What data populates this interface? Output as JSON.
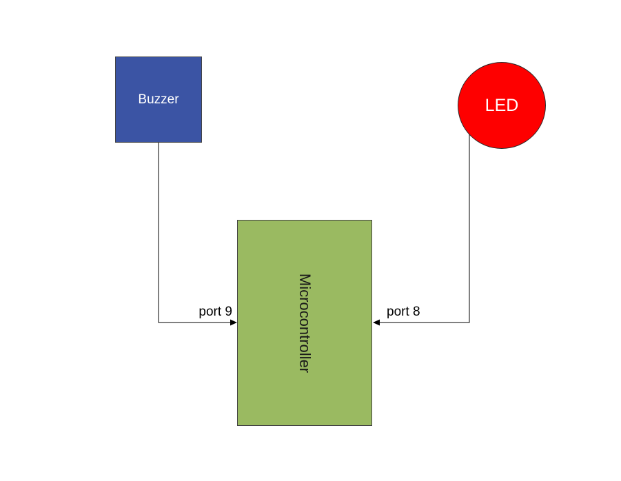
{
  "diagram": {
    "nodes": {
      "buzzer": {
        "label": "Buzzer",
        "shape": "square",
        "fill": "#3b54a4",
        "text_color": "#ffffff"
      },
      "led": {
        "label": "LED",
        "shape": "circle",
        "fill": "#fe0000",
        "text_color": "#ffffff"
      },
      "microcontroller": {
        "label": "Microcontroller",
        "shape": "rectangle",
        "fill": "#9aba61",
        "text_color": "#1a1a1a",
        "text_rotation_deg": 90
      }
    },
    "connections": {
      "buzzer_to_micro": {
        "label": "port 9",
        "from": "Buzzer",
        "to": "Microcontroller",
        "arrow": "into-left-side"
      },
      "led_to_micro": {
        "label": "port 8",
        "from": "LED",
        "to": "Microcontroller",
        "arrow": "into-right-side"
      }
    },
    "background_color": "#ffffff",
    "line_color": "#000000"
  }
}
